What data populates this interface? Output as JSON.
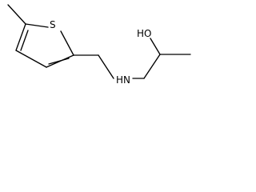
{
  "molecule": {
    "atoms": [
      {
        "id": "sulfur",
        "label": "S"
      },
      {
        "id": "amine-nitrogen",
        "label": "HN"
      },
      {
        "id": "hydroxyl-oxygen",
        "label": "HO"
      }
    ],
    "colors": {
      "bond": "#000000",
      "label": "#000000",
      "background": "#ffffff"
    }
  }
}
